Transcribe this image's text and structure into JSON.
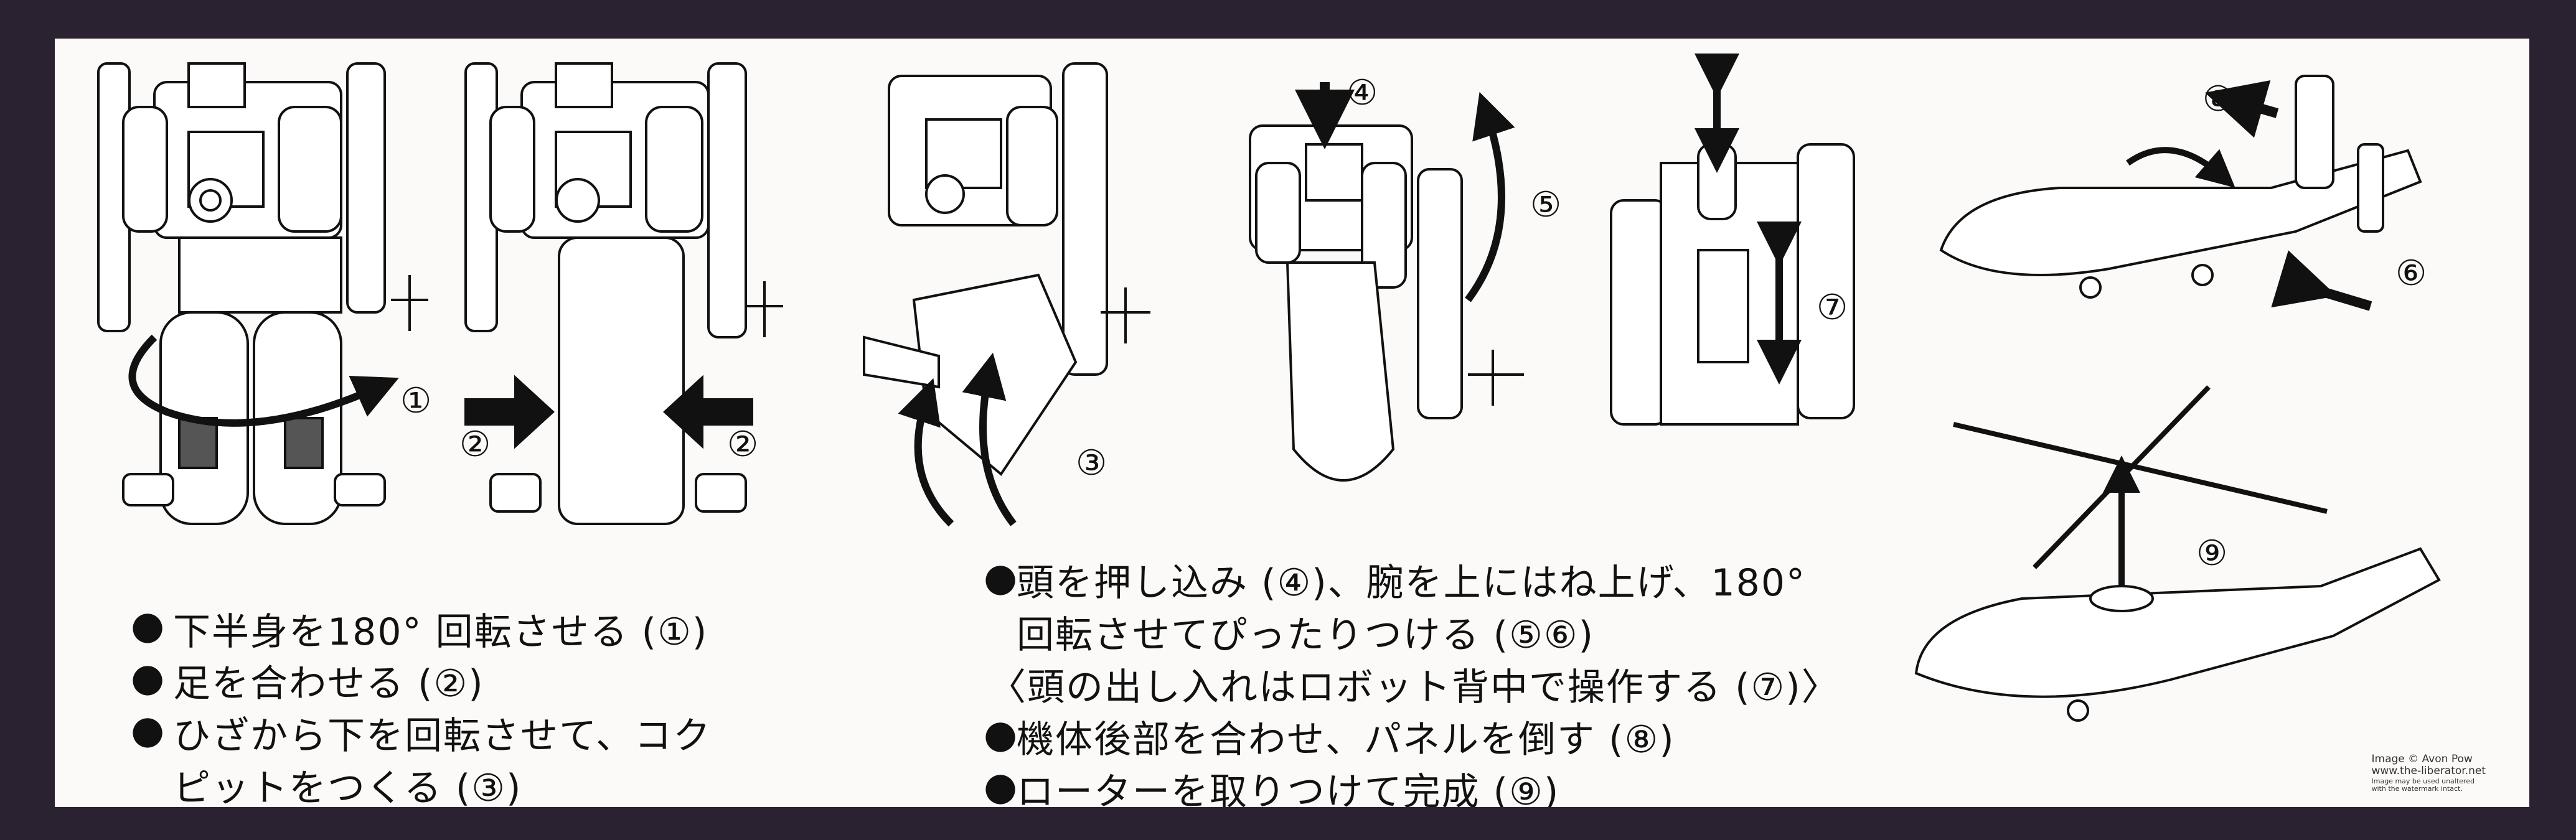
{
  "step_markers": [
    "①",
    "②",
    "②",
    "③",
    "④",
    "⑤",
    "⑥",
    "⑦",
    "⑧",
    "⑨"
  ],
  "bullet": "●",
  "instructions_left": [
    "下半身を180° 回転させる (①)",
    "足を合わせる (②)",
    "ひざから下を回転させて、コク",
    "ピットをつくる (③)"
  ],
  "instructions_right": [
    "頭を押し込み (④)、腕を上にはね上げ、180°",
    "回転させてぴったりつける (⑤⑥)",
    "〈頭の出し入れはロボット背中で操作する (⑦)〉",
    "機体後部を合わせ、パネルを倒す (⑧)",
    "ローターを取りつけて完成 (⑨)"
  ],
  "credit": {
    "line1": "Image © Avon Pow",
    "line2": "www.the-liberator.net",
    "line3": "Image may be used unaltered",
    "line4": "with the watermark intact."
  },
  "colors": {
    "paper": "#fbfaf8",
    "ink": "#111111",
    "background": "#2a2230"
  }
}
